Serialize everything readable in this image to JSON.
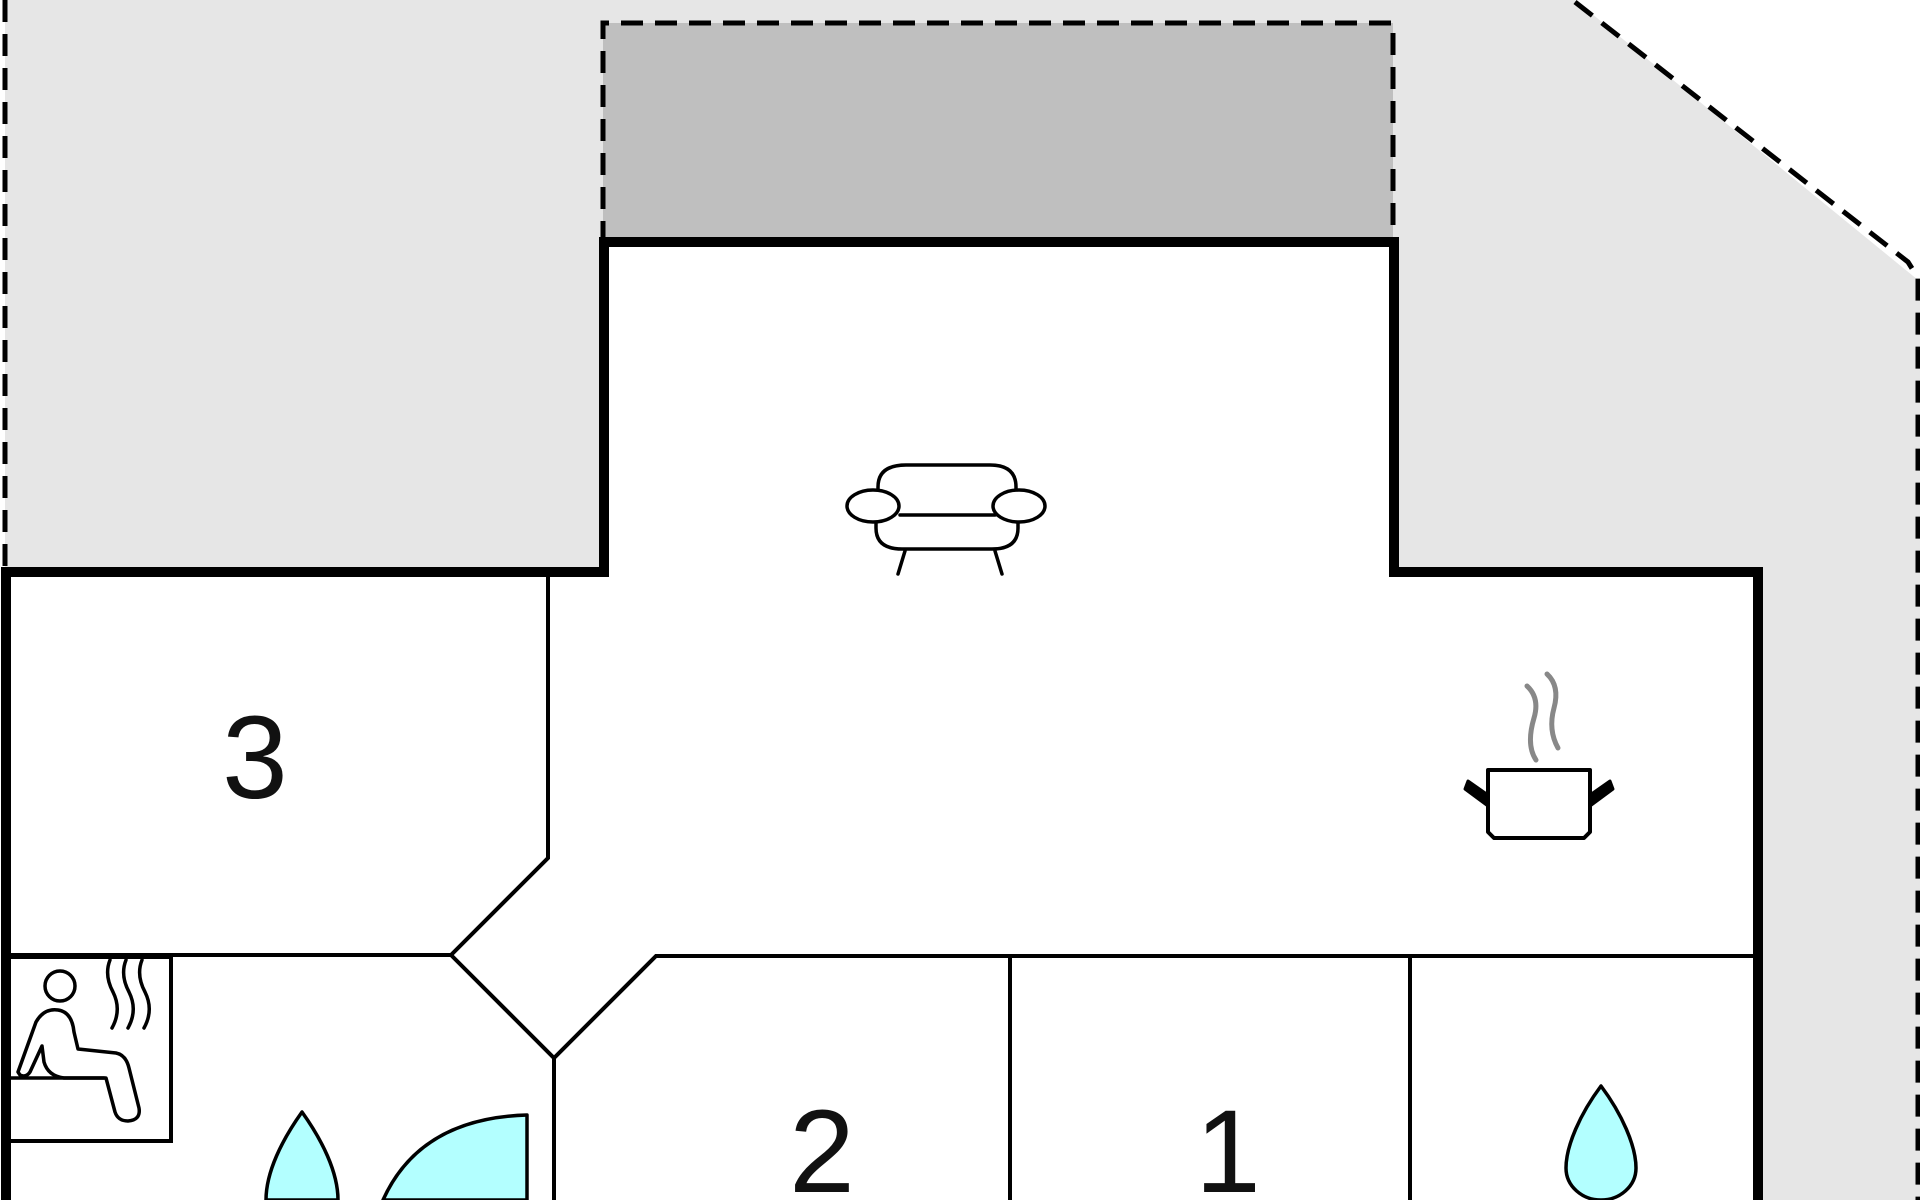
{
  "floorplan": {
    "rooms": [
      {
        "id": "bedroom-3",
        "label": "3"
      },
      {
        "id": "bedroom-2",
        "label": "2"
      },
      {
        "id": "bedroom-1",
        "label": "1"
      }
    ],
    "icons": [
      {
        "name": "sofa-icon",
        "meaning": "living room"
      },
      {
        "name": "cooking-pot-icon",
        "meaning": "kitchen"
      },
      {
        "name": "sauna-icon",
        "meaning": "sauna"
      },
      {
        "name": "water-drop-icon",
        "meaning": "bathroom"
      },
      {
        "name": "water-drop-icon",
        "meaning": "bathroom"
      },
      {
        "name": "shower-icon",
        "meaning": "shower"
      }
    ],
    "colors": {
      "outdoor_area": "#e6e6e6",
      "terrace": "#bfbfbf",
      "wall": "#000000",
      "water": "#b3ffff",
      "steam": "#888888"
    }
  }
}
